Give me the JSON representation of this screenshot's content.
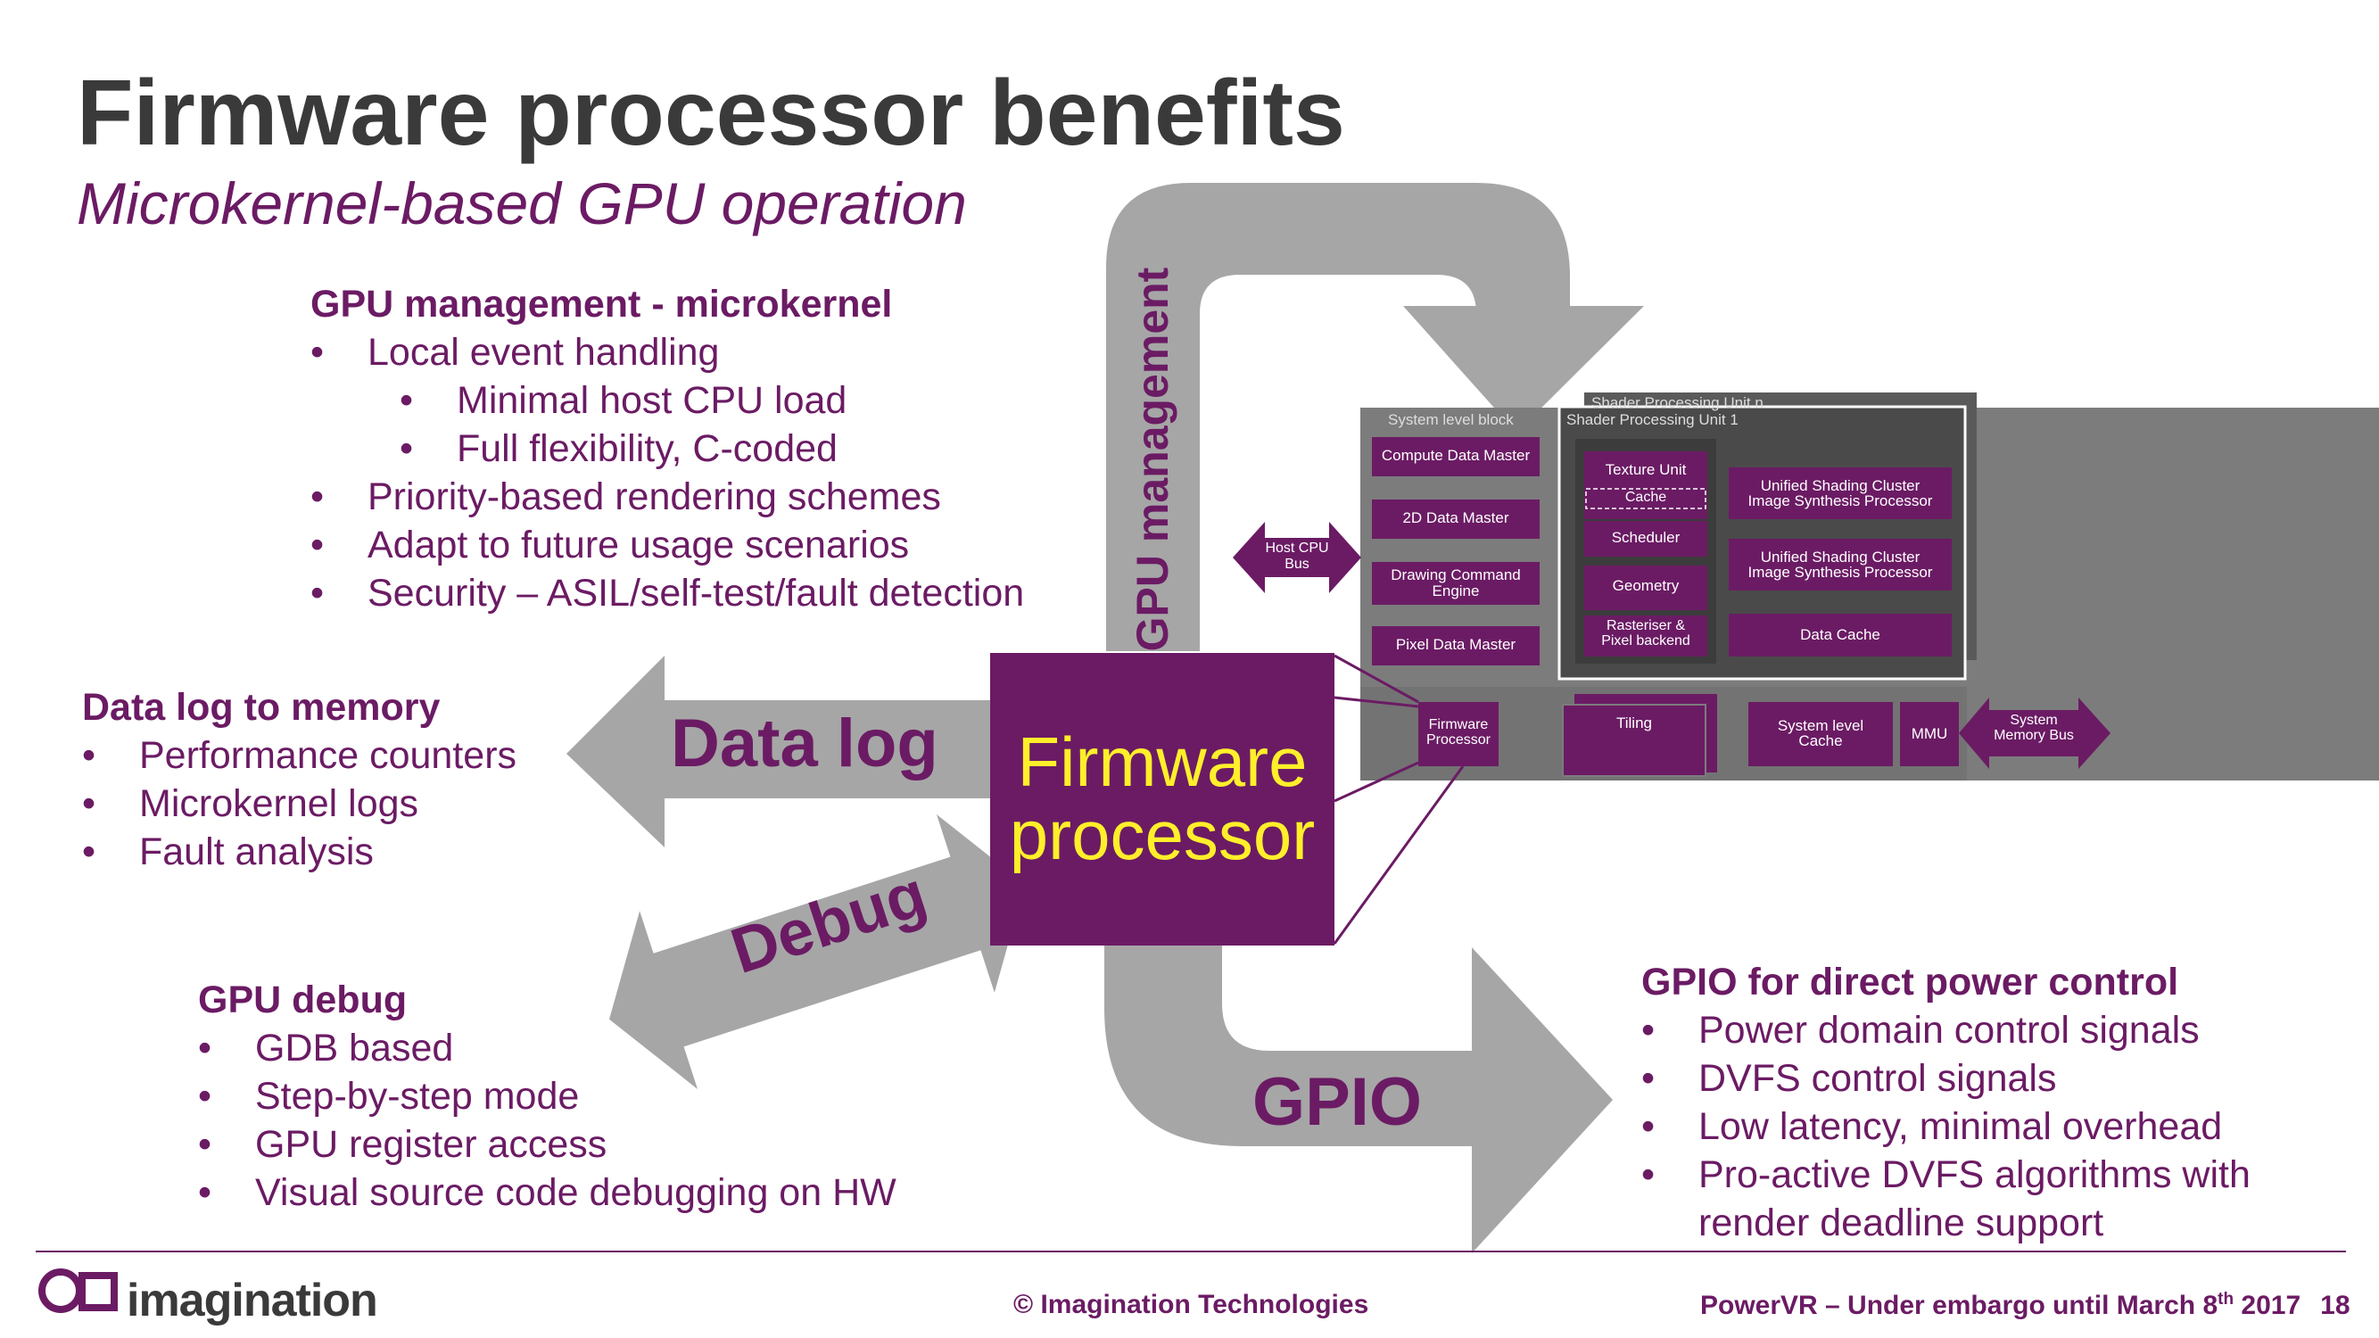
{
  "slide": {
    "title": "Firmware processor benefits",
    "subtitle": "Microkernel-based GPU operation"
  },
  "gpu_management": {
    "heading": "GPU management - microkernel",
    "items": [
      {
        "level": 1,
        "text": "Local event handling"
      },
      {
        "level": 2,
        "text": "Minimal host CPU load"
      },
      {
        "level": 2,
        "text": "Full flexibility, C-coded"
      },
      {
        "level": 1,
        "text": "Priority-based rendering schemes"
      },
      {
        "level": 1,
        "text": "Adapt to future usage scenarios"
      },
      {
        "level": 1,
        "text": "Security – ASIL/self-test/fault detection"
      }
    ]
  },
  "data_log": {
    "heading": "Data log to memory",
    "items": [
      "Performance counters",
      "Microkernel logs",
      "Fault analysis"
    ]
  },
  "gpu_debug": {
    "heading": "GPU debug",
    "items": [
      "GDB based",
      "Step-by-step mode",
      "GPU register access",
      "Visual source code debugging on HW"
    ]
  },
  "gpio": {
    "heading": "GPIO for direct power control",
    "items": [
      "Power domain control signals",
      "DVFS control signals",
      "Low latency, minimal overhead",
      "Pro-active DVFS algorithms with"
    ],
    "continuation": "render deadline support"
  },
  "arrows": {
    "gpu_management": "GPU management",
    "data_log": "Data log",
    "debug": "Debug",
    "gpio": "GPIO"
  },
  "firmware": {
    "line1": "Firmware",
    "line2": "processor"
  },
  "gpu_diagram": {
    "system_level_label": "System level block",
    "spu_n_label": "Shader Processing Unit n",
    "spu1_label": "Shader Processing Unit 1",
    "compute_data_master": "Compute Data Master",
    "data_master_2d": "2D Data Master",
    "drawing_command_1": "Drawing Command",
    "drawing_command_2": "Engine",
    "pixel_data_master": "Pixel Data Master",
    "texture_unit": "Texture Unit",
    "cache": "Cache",
    "scheduler": "Scheduler",
    "geometry": "Geometry",
    "rasteriser_1": "Rasteriser &",
    "rasteriser_2": "Pixel backend",
    "usc_1a": "Unified Shading Cluster",
    "usc_1b": "Image Synthesis Processor",
    "usc_2a": "Unified Shading Cluster",
    "usc_2b": "Image Synthesis Processor",
    "data_cache": "Data Cache",
    "host_cpu_1": "Host CPU",
    "host_cpu_2": "Bus",
    "fw_small_1": "Firmware",
    "fw_small_2": "Processor",
    "tiling": "Tiling",
    "slc_1": "System level",
    "slc_2": "Cache",
    "mmu": "MMU",
    "sys_mem_1": "System",
    "sys_mem_2": "Memory Bus"
  },
  "footer": {
    "logo_text": "imagination",
    "copyright": "© Imagination Technologies",
    "embargo_prefix": "PowerVR – Under embargo until March 8",
    "embargo_sup": "th",
    "embargo_suffix": " 2017",
    "page_number": "18"
  },
  "colors": {
    "purple": "#6b1b64",
    "arrow_gray": "#a6a6a6",
    "dark_gray": "#3a3a3a",
    "yellow": "#ffef2a"
  }
}
